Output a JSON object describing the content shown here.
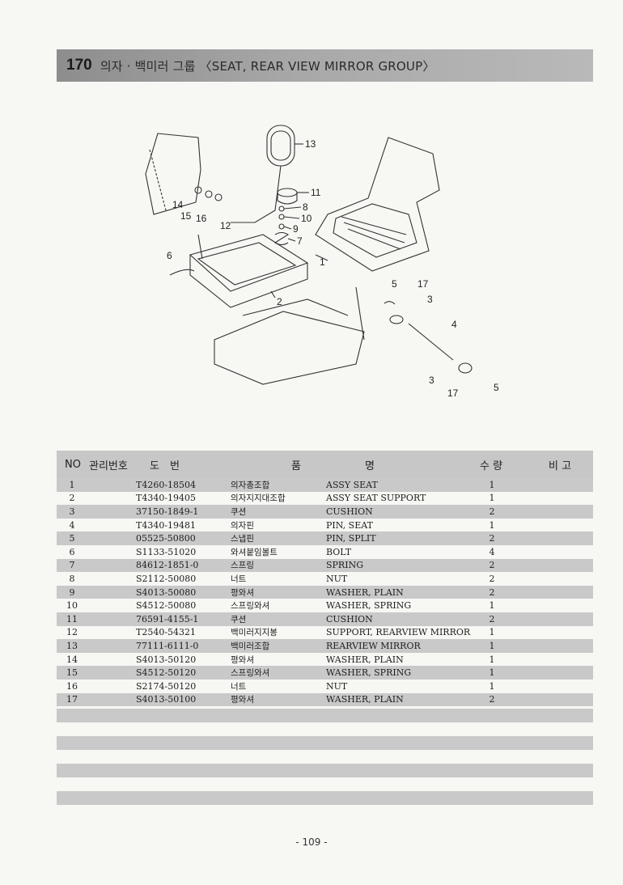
{
  "header": {
    "section_number": "170",
    "title": "의자 · 백미러 그룹 〈SEAT, REAR VIEW MIRROR GROUP〉"
  },
  "diagram": {
    "callouts": [
      "13",
      "11",
      "8",
      "10",
      "9",
      "7",
      "14",
      "15",
      "16",
      "12",
      "6",
      "2",
      "1",
      "5",
      "17",
      "3",
      "4",
      "3",
      "17",
      "5"
    ]
  },
  "table": {
    "headers": {
      "no": "NO",
      "mgmt": "관리번호",
      "drawing": "도　번",
      "name_a": "품",
      "name_b": "명",
      "qty": "수 량",
      "note": "비 고"
    },
    "rows": [
      {
        "no": "1",
        "part": "T4260-18504",
        "kname": "의자총조합",
        "ename": "ASSY SEAT",
        "qty": "1"
      },
      {
        "no": "2",
        "part": "T4340-19405",
        "kname": "의자지지대조합",
        "ename": "ASSY SEAT SUPPORT",
        "qty": "1"
      },
      {
        "no": "3",
        "part": "37150-1849-1",
        "kname": "쿠션",
        "ename": "CUSHION",
        "qty": "2"
      },
      {
        "no": "4",
        "part": "T4340-19481",
        "kname": "의자핀",
        "ename": "PIN, SEAT",
        "qty": "1"
      },
      {
        "no": "5",
        "part": "05525-50800",
        "kname": "스냅핀",
        "ename": "PIN, SPLIT",
        "qty": "2"
      },
      {
        "no": "6",
        "part": "S1133-51020",
        "kname": "와셔붙임볼트",
        "ename": "BOLT",
        "qty": "4"
      },
      {
        "no": "7",
        "part": "84612-1851-0",
        "kname": "스프링",
        "ename": "SPRING",
        "qty": "2"
      },
      {
        "no": "8",
        "part": "S2112-50080",
        "kname": "너트",
        "ename": "NUT",
        "qty": "2"
      },
      {
        "no": "9",
        "part": "S4013-50080",
        "kname": "평와셔",
        "ename": "WASHER, PLAIN",
        "qty": "2"
      },
      {
        "no": "10",
        "part": "S4512-50080",
        "kname": "스프링와셔",
        "ename": "WASHER, SPRING",
        "qty": "1"
      },
      {
        "no": "11",
        "part": "76591-4155-1",
        "kname": "쿠션",
        "ename": "CUSHION",
        "qty": "2"
      },
      {
        "no": "12",
        "part": "T2540-54321",
        "kname": "백미러지지봉",
        "ename": "SUPPORT, REARVIEW MIRROR",
        "qty": "1"
      },
      {
        "no": "13",
        "part": "77111-6111-0",
        "kname": "백미러조합",
        "ename": "REARVIEW MIRROR",
        "qty": "1"
      },
      {
        "no": "14",
        "part": "S4013-50120",
        "kname": "평와셔",
        "ename": "WASHER, PLAIN",
        "qty": "1"
      },
      {
        "no": "15",
        "part": "S4512-50120",
        "kname": "스프링와셔",
        "ename": "WASHER, SPRING",
        "qty": "1"
      },
      {
        "no": "16",
        "part": "S2174-50120",
        "kname": "너트",
        "ename": "NUT",
        "qty": "1"
      },
      {
        "no": "17",
        "part": "S4013-50100",
        "kname": "평와셔",
        "ename": "WASHER, PLAIN",
        "qty": "2"
      }
    ]
  },
  "footer": {
    "page_number": "- 109 -"
  }
}
